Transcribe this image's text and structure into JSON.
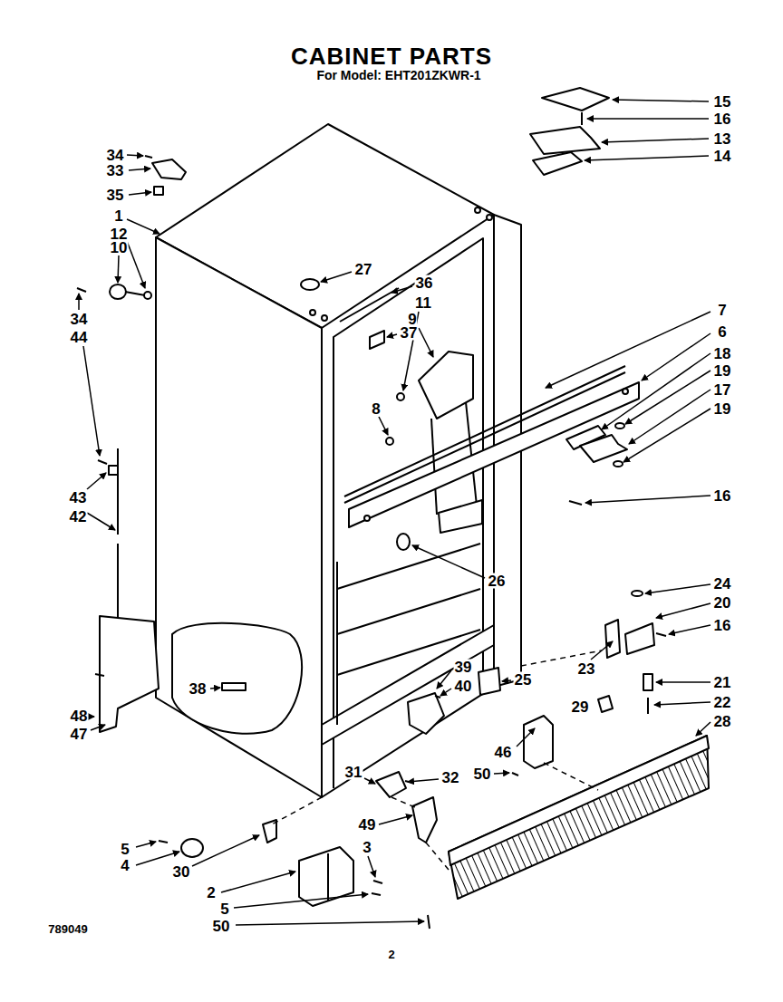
{
  "diagram": {
    "title": "CABINET PARTS",
    "labels": [
      "For Model: EHT201ZKWR-1",
      "15",
      "16",
      "34",
      "13",
      "14",
      "33",
      "35",
      "1",
      "12",
      "10",
      "27",
      "36",
      "11",
      "7",
      "34",
      "9",
      "37",
      "6",
      "44",
      "18",
      "19",
      "17",
      "8",
      "19",
      "16",
      "43",
      "42",
      "26",
      "24",
      "20",
      "16",
      "39",
      "23",
      "25",
      "21",
      "40",
      "38",
      "22",
      "29",
      "48",
      "28",
      "47",
      "46",
      "31",
      "50",
      "32",
      "49",
      "5",
      "3",
      "4",
      "30",
      "2",
      "5",
      "50",
      "789049",
      "2"
    ]
  }
}
